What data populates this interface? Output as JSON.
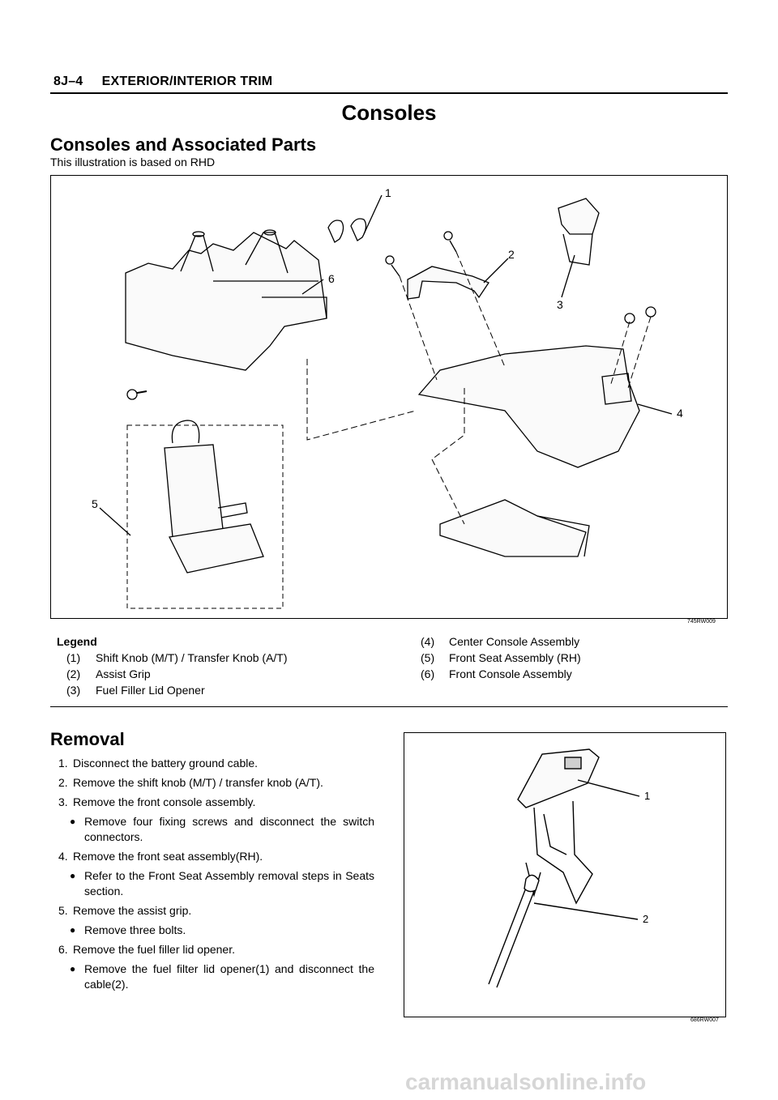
{
  "header": {
    "page": "8J–4",
    "section": "EXTERIOR/INTERIOR TRIM"
  },
  "title": "Consoles",
  "parts": {
    "heading": "Consoles and Associated Parts",
    "subtitle": "This illustration is based on RHD",
    "figure_code": "745RW009",
    "callouts": [
      "1",
      "2",
      "3",
      "4",
      "5",
      "6"
    ]
  },
  "legend": {
    "title": "Legend",
    "items": [
      {
        "num": "(1)",
        "text": "Shift Knob (M/T) / Transfer Knob (A/T)"
      },
      {
        "num": "(2)",
        "text": "Assist Grip"
      },
      {
        "num": "(3)",
        "text": "Fuel Filler Lid Opener"
      },
      {
        "num": "(4)",
        "text": "Center Console Assembly"
      },
      {
        "num": "(5)",
        "text": "Front Seat Assembly (RH)"
      },
      {
        "num": "(6)",
        "text": "Front Console Assembly"
      }
    ]
  },
  "removal": {
    "heading": "Removal",
    "bullet": "●",
    "steps": [
      {
        "num": "1.",
        "text": "Disconnect the battery ground cable."
      },
      {
        "num": "2.",
        "text": "Remove the shift knob (M/T) / transfer knob (A/T)."
      },
      {
        "num": "3.",
        "text": "Remove the front console assembly.",
        "sub": "Remove four fixing screws and disconnect the switch connectors."
      },
      {
        "num": "4.",
        "text": "Remove the front seat assembly(RH).",
        "sub": "Refer to the Front Seat Assembly removal steps in Seats section."
      },
      {
        "num": "5.",
        "text": "Remove the assist grip.",
        "sub": "Remove three bolts."
      },
      {
        "num": "6.",
        "text": "Remove the fuel filler lid opener.",
        "sub": "Remove the fuel filter lid opener(1) and disconnect the cable(2)."
      }
    ],
    "figure_code": "686RW007",
    "callouts": [
      "1",
      "2"
    ]
  },
  "footer": {
    "watermark": "carmanualsonline.info"
  }
}
